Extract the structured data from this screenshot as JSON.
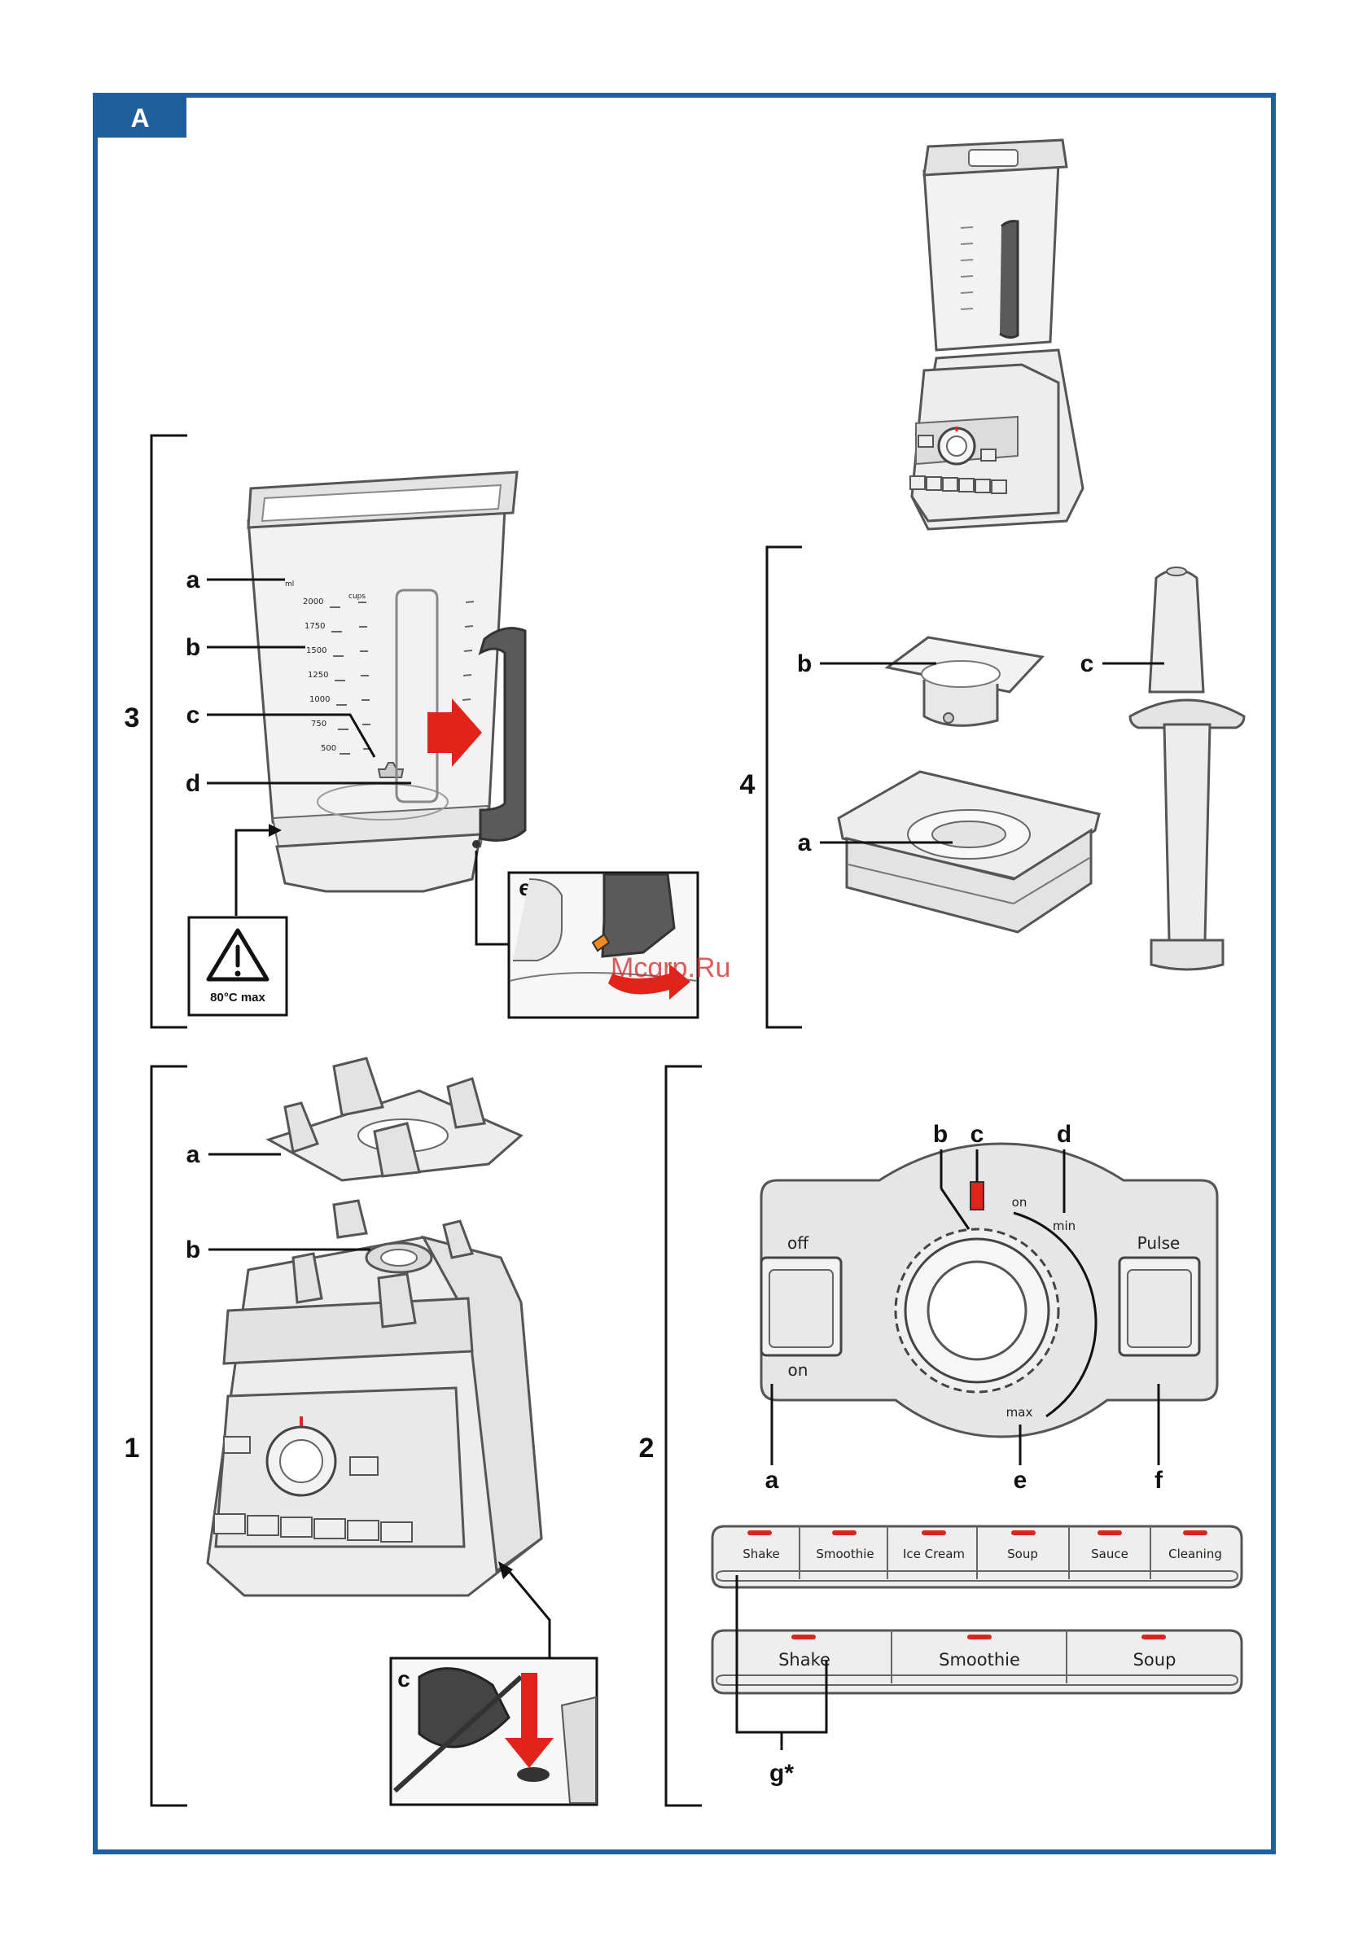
{
  "page": {
    "section_letter": "A",
    "watermark": "Mcgrp.Ru"
  },
  "panels": {
    "p1": {
      "number": "1",
      "labels": [
        "a",
        "b",
        "c"
      ]
    },
    "p2": {
      "number": "2",
      "labels": [
        "b",
        "c",
        "d",
        "a",
        "e",
        "f",
        "g*"
      ]
    },
    "p3": {
      "number": "3",
      "labels": [
        "a",
        "b",
        "c",
        "d",
        "e"
      ],
      "warning_text": "80°C max"
    },
    "p4": {
      "number": "4",
      "labels": [
        "b",
        "c",
        "a"
      ]
    }
  },
  "control_panel": {
    "off_label": "off",
    "on_label": "on",
    "pulse_label": "Pulse",
    "dial_on_label": "on",
    "dial_min_label": "min",
    "dial_max_label": "max"
  },
  "program_strip_6": [
    "Shake",
    "Smoothie",
    "Ice Cream",
    "Soup",
    "Sauce",
    "Cleaning"
  ],
  "program_strip_3": [
    "Shake",
    "Smoothie",
    "Soup"
  ],
  "jug_scale": {
    "ml_header": "ml",
    "cups_header": "cups",
    "ml_marks": [
      "2000",
      "1750",
      "1500",
      "1250",
      "1000",
      "750",
      "500"
    ]
  },
  "colors": {
    "frame_blue": "#1f5f9e",
    "arrow_red": "#e2231a",
    "handle_gray": "#5a5a5a",
    "led_red": "#d9261c"
  }
}
